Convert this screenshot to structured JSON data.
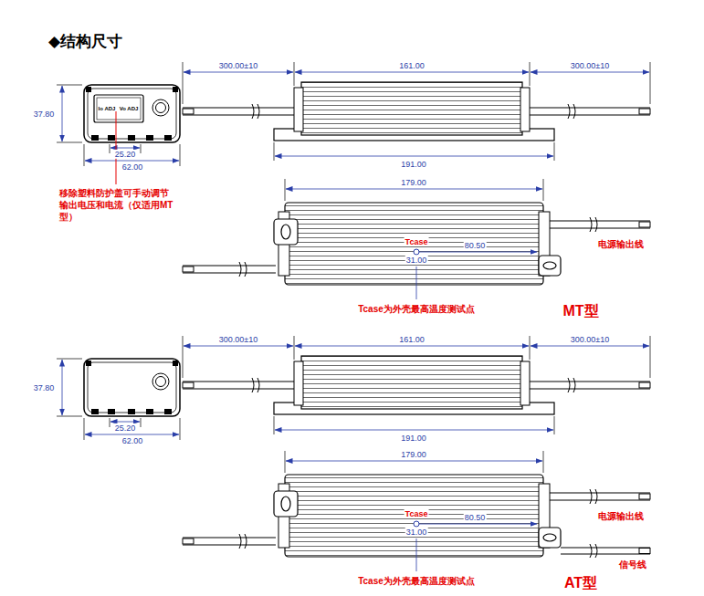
{
  "diagram": {
    "title": "◆结构尺寸",
    "labels": [
      "37.80",
      "Io ADJ",
      "Vo ADJ",
      "25.20",
      "62.00",
      "移除塑料防护盖可手动调节输出电压和电流（仅适用MT型）",
      "300.00±10",
      "161.00",
      "300.00±10",
      "191.00",
      "179.00",
      "Tcase",
      "80.50",
      "31.00",
      "电源输出线",
      "Tcase为外壳最高温度测试点",
      "MT型",
      "37.80",
      "25.20",
      "62.00",
      "300.00±10",
      "161.00",
      "300.00±10",
      "191.00",
      "179.00",
      "Tcase",
      "80.50",
      "31.00",
      "电源输出线",
      "信号线",
      "Tcase为外壳最高温度测试点",
      "AT型"
    ]
  }
}
